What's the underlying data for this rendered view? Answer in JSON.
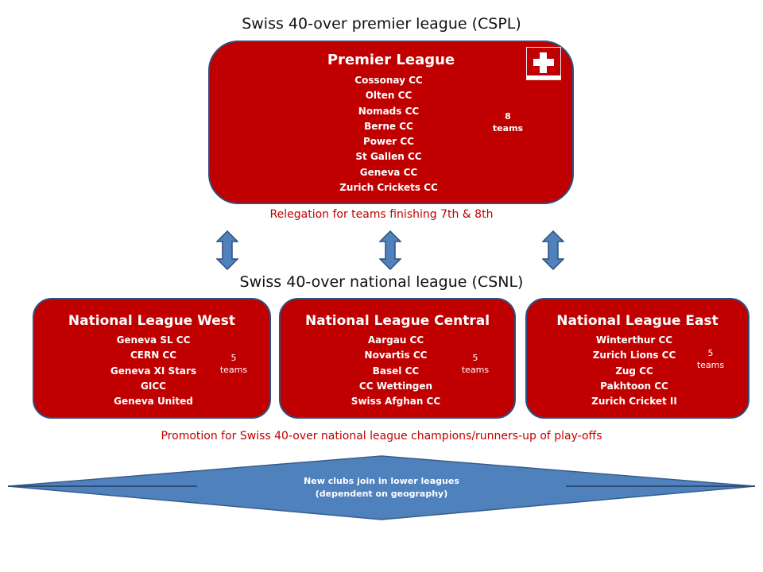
{
  "premier": {
    "heading": "Swiss 40-over premier league (CSPL)",
    "title": "Premier League",
    "teams": [
      "Cossonay CC",
      "Olten CC",
      "Nomads CC",
      "Berne CC",
      "Power CC",
      "St Gallen CC",
      "Geneva CC",
      "Zurich Crickets CC"
    ],
    "count_number": "8",
    "count_label": "teams"
  },
  "relegation": "Relegation for teams finishing 7th & 8th",
  "national": {
    "heading": "Swiss 40-over national league (CSNL)",
    "west": {
      "title": "National League West",
      "teams": [
        "Geneva SL CC",
        "CERN CC",
        "Geneva XI Stars",
        "GICC",
        "Geneva United"
      ],
      "count_number": "5",
      "count_label": "teams"
    },
    "central": {
      "title": "National League Central",
      "teams": [
        "Aargau CC",
        "Novartis CC",
        "Basel CC",
        "CC Wettingen",
        "Swiss Afghan CC"
      ],
      "count_number": "5",
      "count_label": "teams"
    },
    "east": {
      "title": "National League East",
      "teams": [
        "Winterthur CC",
        "Zurich Lions CC",
        "Zug CC",
        "Pakhtoon CC",
        "Zurich Cricket II"
      ],
      "count_number": "5",
      "count_label": "teams"
    }
  },
  "promotion": "Promotion for Swiss 40-over national league champions/runners-up of play-offs",
  "lower": {
    "line1": "New clubs join in lower leagues",
    "line2": "(dependent on geography)"
  },
  "colors": {
    "box_fill": "#c00000",
    "box_border": "#2e4f7e",
    "arrow_fill": "#4f81bd",
    "rule_text": "#c00000"
  },
  "icons": {
    "logo": "swiss-flag-logo-icon",
    "arrows": "double-headed-vertical-arrow-icon"
  }
}
